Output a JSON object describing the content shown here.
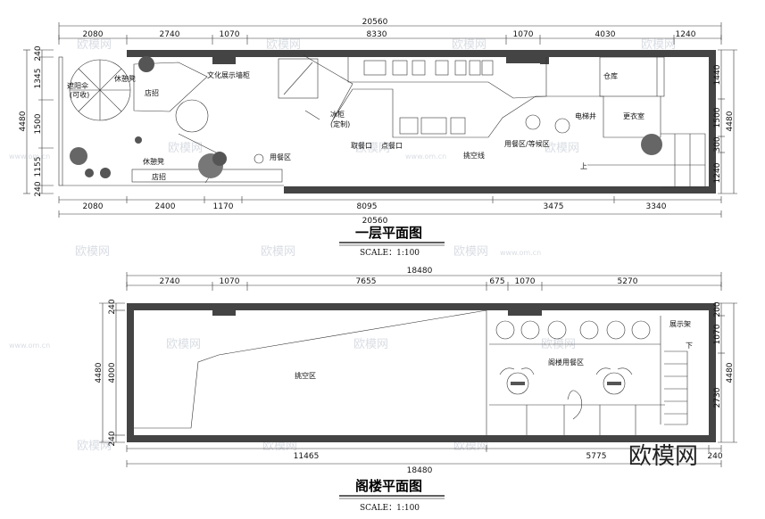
{
  "plan1": {
    "title": "一层平面图",
    "scale": "SCALE：1:100",
    "top_total": "20560",
    "top_dims": [
      "2080",
      "2740",
      "1070",
      "8330",
      "1070",
      "4030",
      "1240"
    ],
    "bottom_total": "20560",
    "bottom_dims": [
      "2080",
      "2400",
      "1170",
      "8095",
      "3475",
      "3340"
    ],
    "left_dims": [
      "240",
      "1345",
      "1500",
      "1155",
      "240"
    ],
    "left_total": "4480",
    "right_dims": [
      "1440",
      "1500",
      "300",
      "1240"
    ],
    "right_total": "4480",
    "rooms": {
      "umbrella": "遮阳伞",
      "umbrella_note": "(可收)",
      "bench_top": "休憩凳",
      "sign_top": "店招",
      "culture_wall": "文化展示墙柜",
      "fridge": "冰柜",
      "fridge_note": "(定制)",
      "dining": "用餐区",
      "pickup": "取餐口",
      "order": "点餐口",
      "void_line": "挑空线",
      "dining_wait": "用餐区/等候区",
      "elevator": "电梯井",
      "storage": "仓库",
      "locker": "更衣室",
      "bench_bottom": "休憩凳",
      "sign_bottom": "店招",
      "stair_up": "上"
    }
  },
  "plan2": {
    "title": "阁楼平面图",
    "scale": "SCALE：1:100",
    "top_total": "18480",
    "top_dims": [
      "2740",
      "1070",
      "7655",
      "675",
      "1070",
      "5270"
    ],
    "bottom_total": "18480",
    "bottom_dims": [
      "11465",
      "5775",
      "240"
    ],
    "left_dims": [
      "240",
      "4000",
      "240"
    ],
    "left_total": "4480",
    "right_dims": [
      "200",
      "1070",
      "2730"
    ],
    "right_total": "4480",
    "rooms": {
      "void": "挑空区",
      "loft_dining": "阁楼用餐区",
      "display_rack": "展示架",
      "stair_down": "下"
    }
  },
  "watermarks": [
    "欧模网",
    "www.om.cn"
  ],
  "brand": "欧模网"
}
